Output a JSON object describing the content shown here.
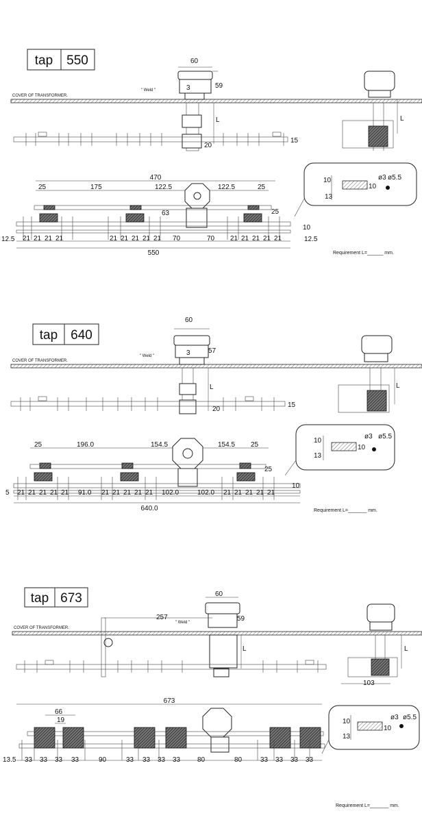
{
  "sections": [
    {
      "tap_word": "tap",
      "tap_number": "550",
      "cover_label": "COVER OF TRANSFORMER.",
      "weld_label": "\" Weld \"",
      "handle_dims": {
        "width": "60",
        "height": "59",
        "weld_gap": "3",
        "l": "L",
        "bar": "20",
        "bar_side": "15"
      },
      "plan_dims": {
        "overall_top": "470",
        "offset_left": "25",
        "span_left": "175",
        "half_left": "122.5",
        "half_right": "122.5",
        "offset_right": "25",
        "rise": "63",
        "side_25": "25",
        "thickness": "10",
        "end_left": "12.5",
        "end_right": "12.5",
        "overall_bottom": "550",
        "pitch": "21",
        "center_left": "70",
        "center_right": "70"
      },
      "detail": {
        "a": "10",
        "b": "10",
        "c": "13",
        "d": "ø3",
        "e": "ø5.5"
      },
      "requirement": "Requirement L=______ mm."
    },
    {
      "tap_word": "tap",
      "tap_number": "640",
      "cover_label": "COVER OF TRANSFORMER.",
      "weld_label": "\" Weld \"",
      "handle_dims": {
        "width": "60",
        "height": "57",
        "weld_gap": "3",
        "l": "L",
        "bar": "20",
        "bar_side": "15"
      },
      "plan_dims": {
        "offset_left": "25",
        "span_left": "196.0",
        "half_left": "154.5",
        "half_right": "154.5",
        "offset_right": "25",
        "side_25": "25",
        "thickness": "10",
        "end_left": "5",
        "overall_bottom": "640.0",
        "pitch": "21",
        "mid_left": "91.0",
        "center_left": "102.0",
        "center_right": "102.0"
      },
      "detail": {
        "a": "10",
        "b": "10",
        "c": "13",
        "d": "ø3",
        "e": "ø5.5"
      },
      "requirement": "Requirement L=_______ mm."
    },
    {
      "tap_word": "tap",
      "tap_number": "673",
      "cover_label": "COVER OF TRANSFORMER.",
      "weld_label": "\" Weld \"",
      "handle_dims": {
        "width": "60",
        "height": "59",
        "offset": "257",
        "l": "L",
        "side_width": "103"
      },
      "plan_dims": {
        "overall_top": "673",
        "block": "66",
        "block_inner": "19",
        "end_left": "13.5",
        "pitch": "33",
        "mid": "90",
        "center_left": "80",
        "center_right": "80"
      },
      "detail": {
        "a": "10",
        "b": "10",
        "c": "13",
        "d": "ø3",
        "e": "ø5.5"
      },
      "requirement": "Requirement L=_______ mm."
    }
  ]
}
